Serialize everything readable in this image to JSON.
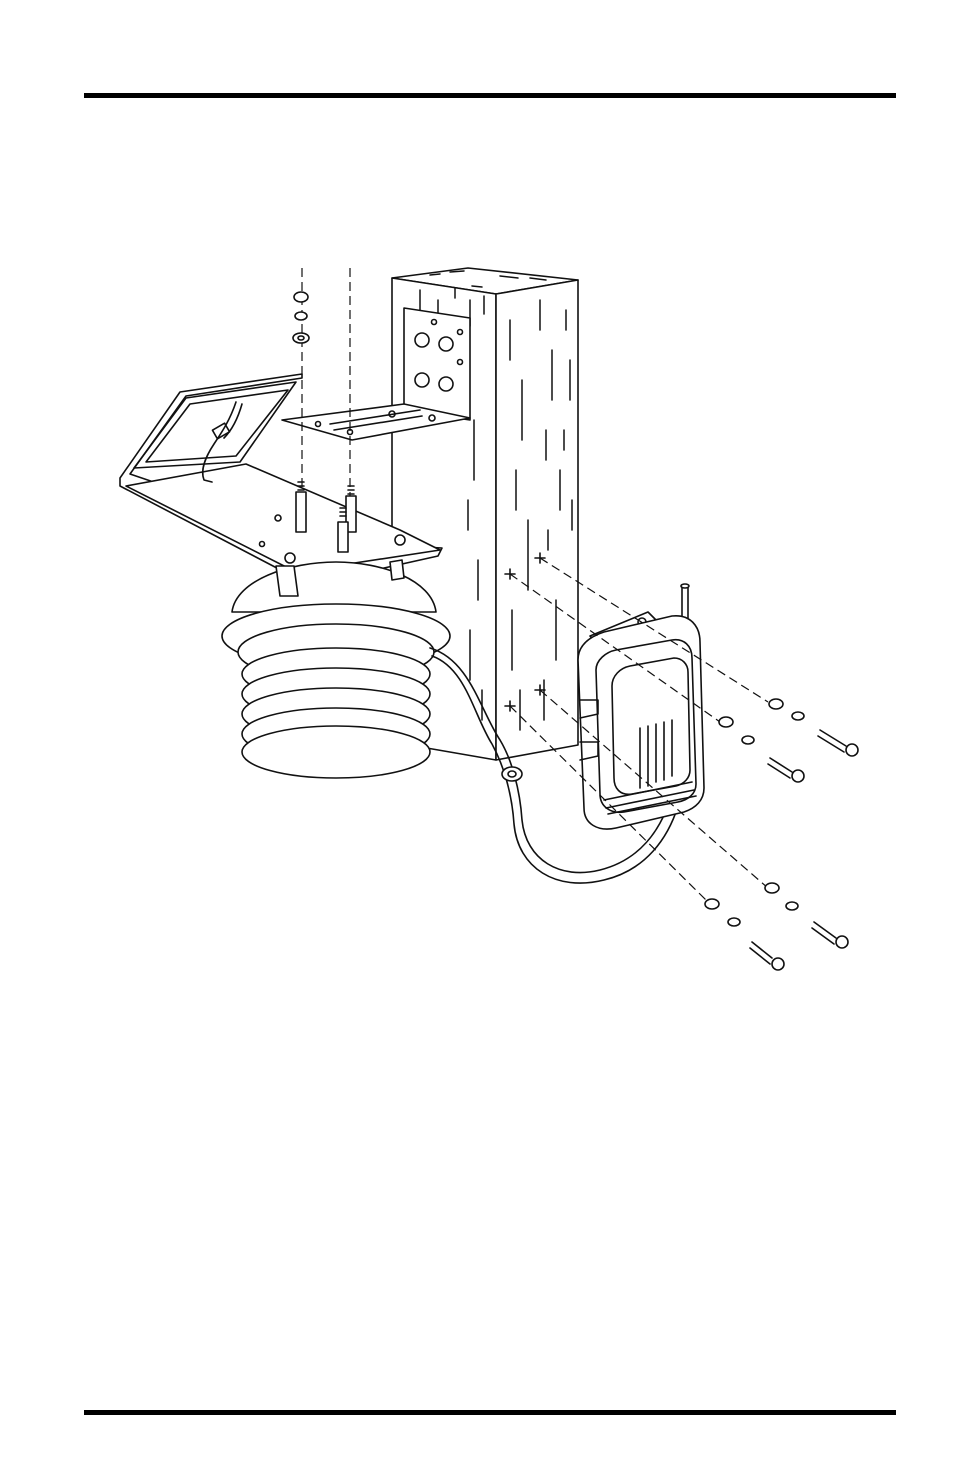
{
  "page": {
    "figure_description_text": ""
  },
  "icons": {
    "top_rule": "horizontal-rule",
    "bottom_rule": "horizontal-rule",
    "figure": "line-drawing-post-mount-assembly"
  }
}
